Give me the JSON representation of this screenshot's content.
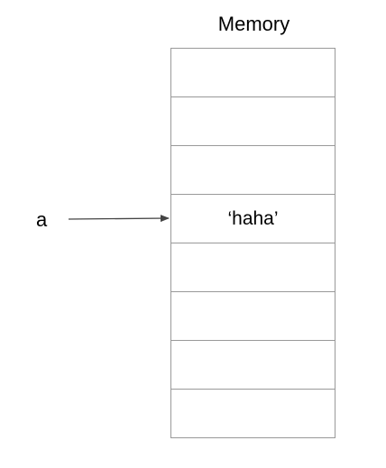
{
  "diagram": {
    "title": "Memory",
    "variable": "a",
    "cells": [
      "",
      "",
      "",
      "‘haha’",
      "",
      "",
      "",
      ""
    ]
  },
  "colors": {
    "cell_border": "#999999",
    "arrow": "#444444",
    "text": "#000000"
  }
}
